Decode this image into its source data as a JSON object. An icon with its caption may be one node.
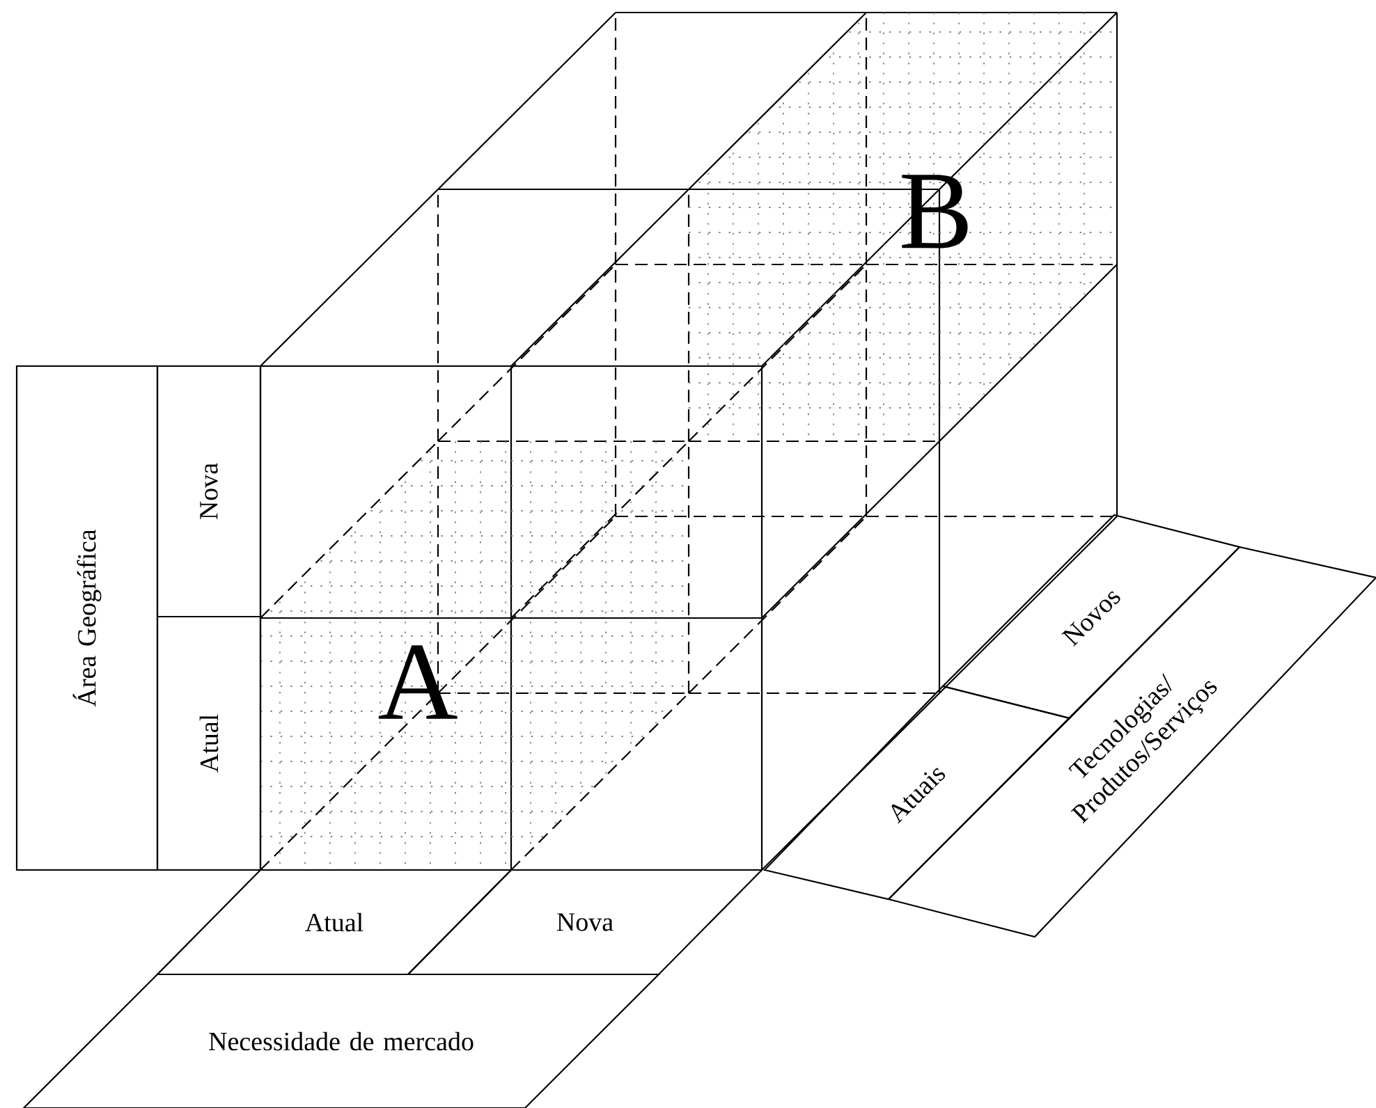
{
  "diagram": {
    "nodes": [
      {
        "text": [
          "Área Geográfica"
        ]
      },
      {
        "text": [
          "Nova"
        ]
      },
      {
        "text": [
          "Atual"
        ]
      },
      {
        "text": [
          "Atual"
        ]
      },
      {
        "text": [
          "Nova"
        ]
      },
      {
        "text": [
          "Necessidade de mercado"
        ]
      },
      {
        "text": [
          "Atuais"
        ]
      },
      {
        "text": [
          "Novos"
        ]
      },
      {
        "text": [
          "Tecnologias/ Produtos/Serviços"
        ]
      }
    ],
    "labels": [
      "A",
      "B"
    ]
  }
}
